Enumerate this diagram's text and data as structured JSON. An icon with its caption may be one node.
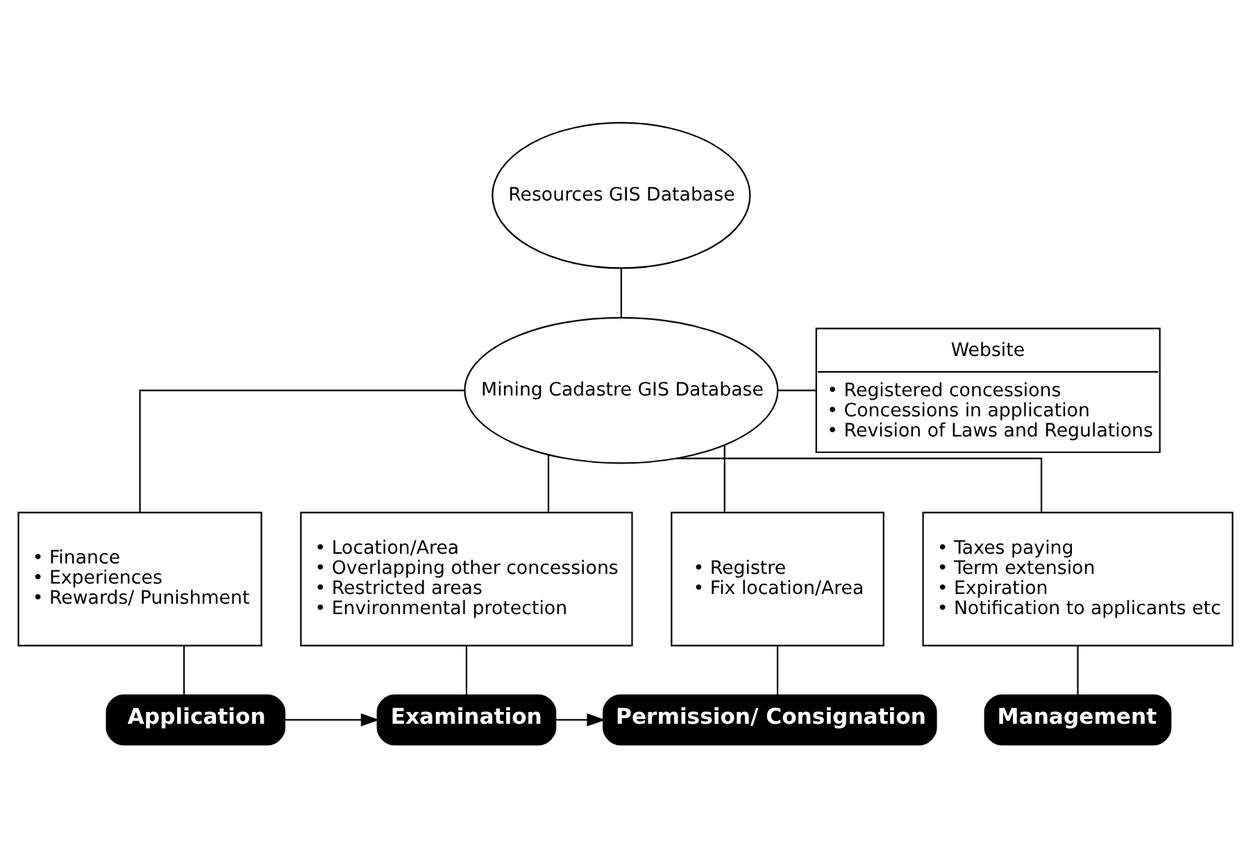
{
  "diagram": {
    "nodes": [
      {
        "text": [
          "Resources GIS Database"
        ]
      },
      {
        "text": [
          "Mining Cadastre GIS Database"
        ]
      },
      {
        "text": [
          "Website",
          "• Registered concessions",
          "• Concessions in application",
          "• Revision of Laws and Regulations"
        ]
      },
      {
        "text": [
          "• Finance",
          "• Experiences",
          "• Rewards/ Punishment"
        ]
      },
      {
        "text": [
          "• Location/Area",
          "• Overlapping other concessions",
          "• Restricted areas",
          "• Environmental protection"
        ]
      },
      {
        "text": [
          "• Registre",
          "• Fix location/Area"
        ]
      },
      {
        "text": [
          "• Taxes paying",
          "• Term extension",
          "• Expiration",
          "• Notification to applicants etc"
        ]
      },
      {
        "text": [
          "Application"
        ]
      },
      {
        "text": [
          "Examination"
        ]
      },
      {
        "text": [
          "Permission/ Consignation"
        ]
      },
      {
        "text": [
          "Management"
        ]
      }
    ],
    "edges": [
      {
        "from": 0,
        "to": 1,
        "arrow": "none"
      },
      {
        "from": 1,
        "to": 2,
        "arrow": "none"
      },
      {
        "from": 1,
        "to": 3,
        "arrow": "none"
      },
      {
        "from": 1,
        "to": 4,
        "arrow": "none"
      },
      {
        "from": 1,
        "to": 5,
        "arrow": "none"
      },
      {
        "from": 1,
        "to": 6,
        "arrow": "none"
      },
      {
        "from": 3,
        "to": 7,
        "arrow": "none"
      },
      {
        "from": 4,
        "to": 8,
        "arrow": "none"
      },
      {
        "from": 5,
        "to": 9,
        "arrow": "none"
      },
      {
        "from": 6,
        "to": 10,
        "arrow": "none"
      },
      {
        "from": 7,
        "to": 8,
        "arrow": "to"
      },
      {
        "from": 8,
        "to": 9,
        "arrow": "to"
      }
    ]
  }
}
